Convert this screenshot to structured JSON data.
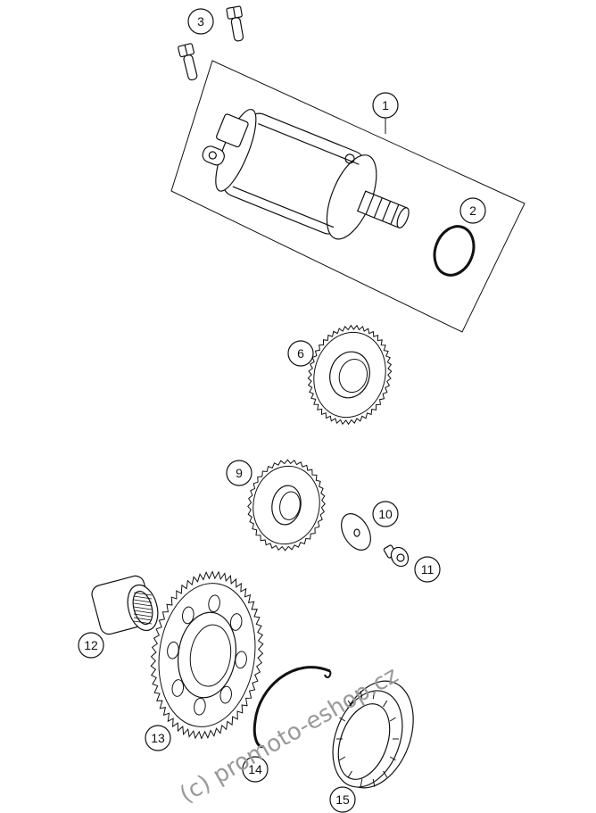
{
  "callouts": [
    {
      "id": "1",
      "label": "1"
    },
    {
      "id": "2",
      "label": "2"
    },
    {
      "id": "3",
      "label": "3"
    },
    {
      "id": "6",
      "label": "6"
    },
    {
      "id": "9",
      "label": "9"
    },
    {
      "id": "10",
      "label": "10"
    },
    {
      "id": "11",
      "label": "11"
    },
    {
      "id": "12",
      "label": "12"
    },
    {
      "id": "13",
      "label": "13"
    },
    {
      "id": "14",
      "label": "14"
    },
    {
      "id": "15",
      "label": "15"
    }
  ],
  "watermark": "(c) promoto-eshop.cz",
  "colors": {
    "line": "#111111",
    "background": "#ffffff",
    "watermark": "#9a9a9a"
  }
}
